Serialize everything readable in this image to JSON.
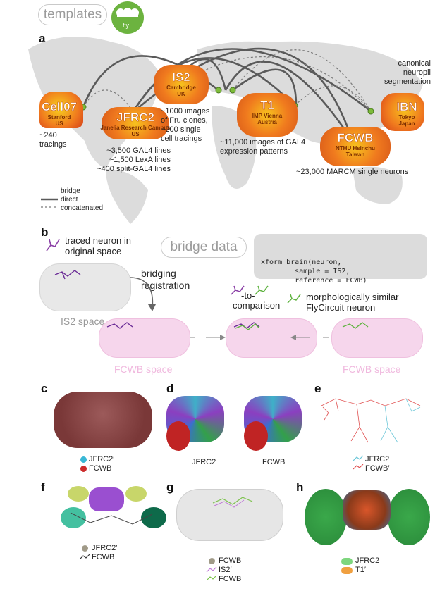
{
  "header": {
    "templates_label": "templates",
    "fly_label": "fly"
  },
  "panel_a": {
    "letter": "a",
    "brains": [
      {
        "name": "Cell07",
        "loc": "Stanford",
        "country": "US"
      },
      {
        "name": "JFRC2",
        "loc": "Janelia Research Campus",
        "country": "US"
      },
      {
        "name": "IS2",
        "loc": "Cambridge",
        "country": "UK"
      },
      {
        "name": "T1",
        "loc": "IMP Vienna",
        "country": "Austria"
      },
      {
        "name": "FCWB",
        "loc": "NTHU Hsinchu",
        "country": "Taiwan"
      },
      {
        "name": "IBN",
        "loc": "Tokyo",
        "country": "Japan"
      }
    ],
    "notes": {
      "cell07": [
        "~240",
        "tracings"
      ],
      "jfrc2": [
        "~3,500 GAL4 lines",
        "~1,500 LexA lines",
        "~400 split-GAL4 lines"
      ],
      "is2": [
        "~1000 images",
        "of Fru clones,",
        "~200 single",
        "cell tracings"
      ],
      "t1": [
        "~11,000 images of GAL4",
        "expression patterns"
      ],
      "fcwb": [
        "~23,000 MARCM single neurons"
      ],
      "ibn": [
        "canonical",
        "neuropil",
        "segmentation"
      ]
    },
    "legend": {
      "title": "bridge",
      "direct": "direct",
      "concatenated": "concatenated"
    }
  },
  "panel_b": {
    "letter": "b",
    "bridge_data_label": "bridge data",
    "traced_label": [
      "traced neuron in",
      "original space"
    ],
    "code": [
      "xform_brain(neuron,",
      "        sample = IS2,",
      "        reference = FCWB)"
    ],
    "bridging_label": [
      "bridging",
      "registration"
    ],
    "is2_space": "IS2 space",
    "to_label": "-to-",
    "comparison_label": "comparison",
    "similar_label": [
      "morphologically similar",
      "FlyCircuit neuron"
    ],
    "fcwb_space": "FCWB space"
  },
  "panel_c": {
    "letter": "c",
    "legend": [
      "JFRC2′",
      "FCWB"
    ]
  },
  "panel_d": {
    "letter": "d",
    "labels": [
      "JFRC2",
      "FCWB"
    ]
  },
  "panel_e": {
    "letter": "e",
    "legend": [
      "JFRC2",
      "FCWB′"
    ]
  },
  "panel_f": {
    "letter": "f",
    "legend": [
      "JFRC2′",
      "FCWB"
    ]
  },
  "panel_g": {
    "letter": "g",
    "legend": [
      "FCWB",
      "IS2′",
      "FCWB"
    ]
  },
  "panel_h": {
    "letter": "h",
    "legend": [
      "JFRC2",
      "T1′"
    ]
  },
  "colors": {
    "brain_orange": "#f07a1e",
    "brain_yellow": "#f7c21e",
    "node_green": "#7dbb3a",
    "arc_grey": "#5a5a5a",
    "map_grey": "#d9d9d9",
    "pink_space": "#f2cbe6",
    "jfrc_cyan": "#39b8d6",
    "fcwb_red": "#cc2b2b"
  }
}
